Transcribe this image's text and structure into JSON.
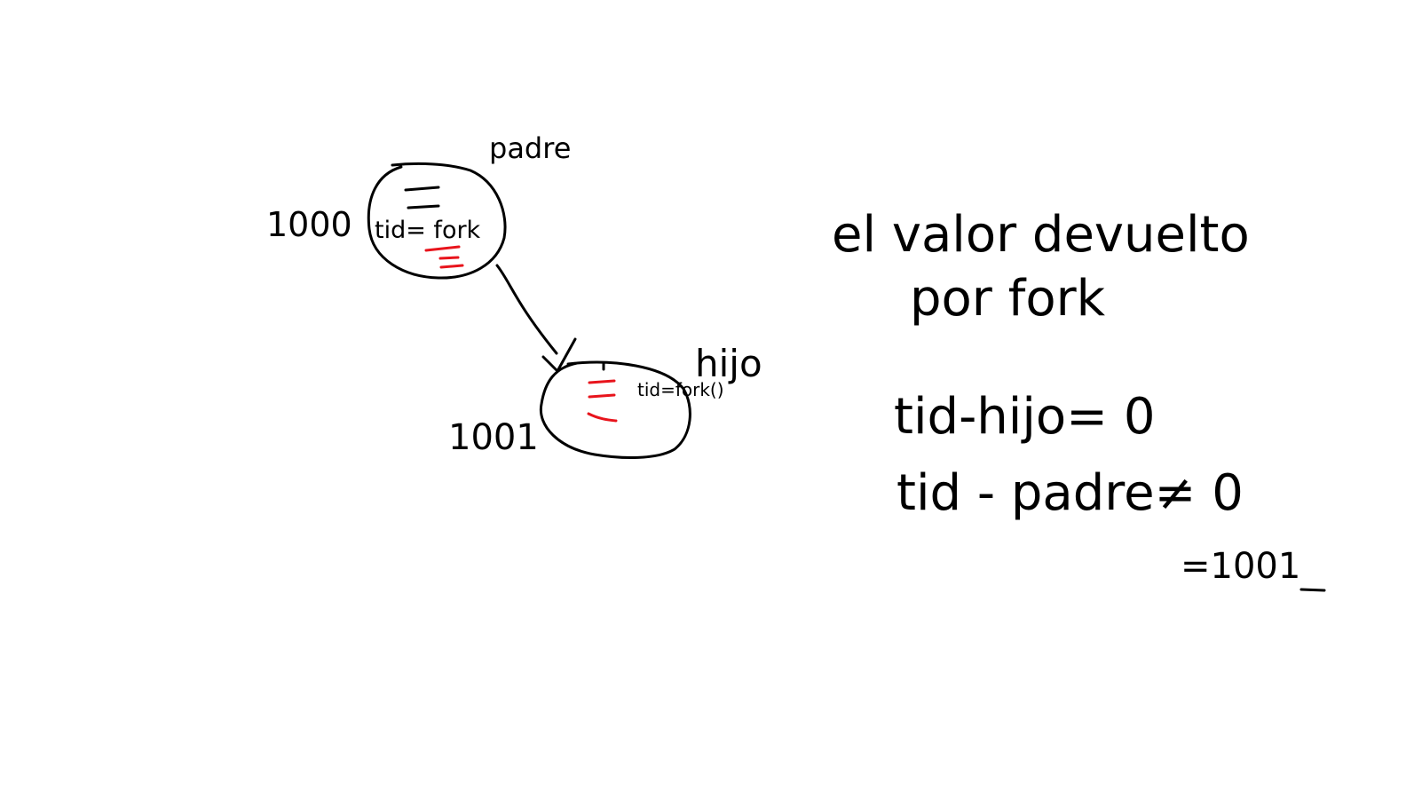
{
  "diagram": {
    "parent_process": {
      "label": "padre",
      "pid": "1000",
      "code_line": "tid= fork"
    },
    "child_process": {
      "label": "hijo",
      "pid": "1001",
      "code_line": "tid=fork()"
    },
    "notes": {
      "line1": "el valor devuelto",
      "line2": "por fork",
      "line3": "tid-hijo= 0",
      "line4": "tid - padre≠ 0",
      "line5": "=1001"
    },
    "colors": {
      "ink": "#000000",
      "highlight": "#e8141c",
      "background": "#ffffff"
    }
  }
}
